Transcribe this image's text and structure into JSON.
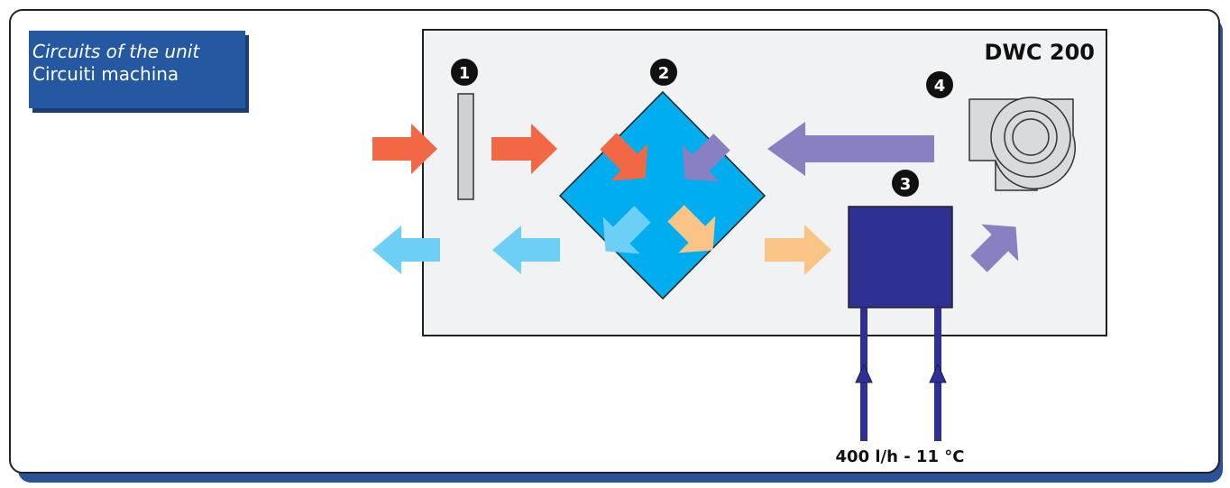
{
  "title": {
    "line1": "Circuits of the unit",
    "line2": "Circuiti machina"
  },
  "unit": {
    "name": "DWC 200"
  },
  "components": [
    {
      "number": "1",
      "part": "filter"
    },
    {
      "number": "2",
      "part": "heat-exchanger"
    },
    {
      "number": "3",
      "part": "water-coil"
    },
    {
      "number": "4",
      "part": "fan"
    }
  ],
  "water_supply": {
    "label": "400 l/h - 11 °C"
  },
  "colors": {
    "frame_border": "#222222",
    "frame_shadow": "#2a5298",
    "title_bg": "#2458a0",
    "unit_bg": "#f1f2f4",
    "exchanger": "#00adef",
    "coil": "#2e3192",
    "outdoor_air": "#f26744",
    "exhaust_air": "#6dcff6",
    "extract_air": "#8880c0",
    "supply_air": "#fbc487",
    "pipes": "#2e3192"
  }
}
